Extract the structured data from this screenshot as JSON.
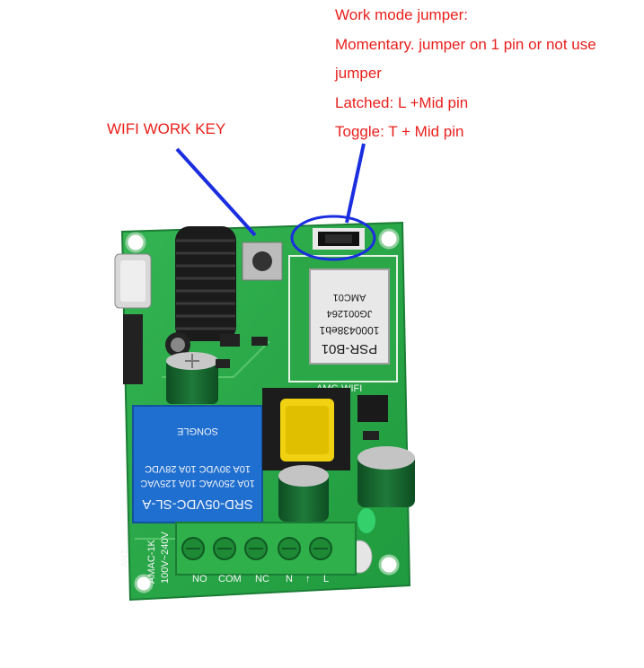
{
  "wifi_key_label": "WIFI WORK KEY",
  "jumper_notes": [
    "Work mode jumper:",
    "Momentary.  jumper on 1 pin or not use",
    "jumper",
    "Latched: L +Mid pin",
    "Toggle: T + Mid pin"
  ],
  "module": {
    "line1": "PSR-B01",
    "line2": "1000438eb1",
    "line3": "JG001264",
    "line4": "AMC01",
    "silk": "AMC-WIFI"
  },
  "relay": {
    "model": "SRD-05VDC-SL-A",
    "rating1": "10A 250VAC  10A 125VAC",
    "rating2": "10A 30VDC  10A 28VDC",
    "brand": "SONGLE"
  },
  "board": {
    "model": "AMAC-1K",
    "voltage": "100V~240V",
    "ant": "ANT"
  },
  "terminals": [
    "NO",
    "COM",
    "NC",
    "N",
    "↑",
    "L"
  ],
  "colors": {
    "annotation": "#e8201c",
    "arrow": "#1a2ee0",
    "pcb": "#26a244",
    "terminal": "#2fb04a"
  }
}
